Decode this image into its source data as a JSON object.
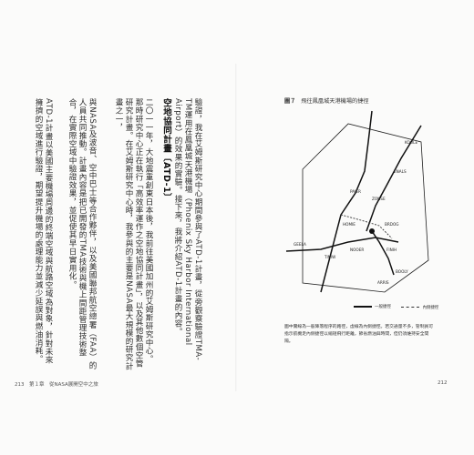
{
  "left_page": {
    "column_intro": "驗證，我在艾姆斯研究中心期間參與了ATD-1計畫，從旁觀察驗證TMA-TM運用在鳳凰城天港機場（Phoenix Sky Harbor International Airport）的效果的實驗。接下來，我將介紹ATD-1計畫的內容。",
    "section_heading": "空地協同計畫〔ATD-1〕",
    "column_body_1": "二〇一一年，大地震重創東日本後，我前往美國加州的艾姆斯研究中心。那時研究中心正在執行「高效率運作之空地協同計畫」，以及其他數個空管研究計畫。在艾姆斯研究中心時，我參與的主要是NASA最大規模的研究計畫之一，",
    "column_body_2": "與NASA及波音、空中巴士等合作夥伴，以及美國聯邦航空總署（FAA）的人員共同推動。計畫內容是把已開發的TMA技術與機上間距管理技術整合，在實際空域中驗證效果，並促使其早日實用化。",
    "column_body_3": "ATD-1計畫以美國主要機場周邊的終端空域與航路空域為對象，針對未來擁擠的空域進行驗證，期望提升機場的處理能力並減少延誤與燃油消耗。",
    "folio": "213　第１章　從NASA展開空中之旅"
  },
  "right_page": {
    "figure_label": "圖７",
    "figure_title": "飛往鳳凰城天港機場的捷徑",
    "map_labels": [
      "PAIER",
      "ENALS",
      "KOOLE",
      "GEELA",
      "BRDOG",
      "FINIH",
      "ZONSE",
      "BOOLY",
      "TINIW",
      "NOOER",
      "HOMIE",
      "ARRIS"
    ],
    "legend_primary": "一般捷徑",
    "legend_secondary": "內側捷徑",
    "caption": "圖中實線為一般降落程序的路徑，虛線為內側捷徑。若交通量不多，管制員可指示航機走內側捷徑以縮短飛行距離，節省燃油與時間，但仍須維持安全間隔。",
    "folio": "212"
  }
}
